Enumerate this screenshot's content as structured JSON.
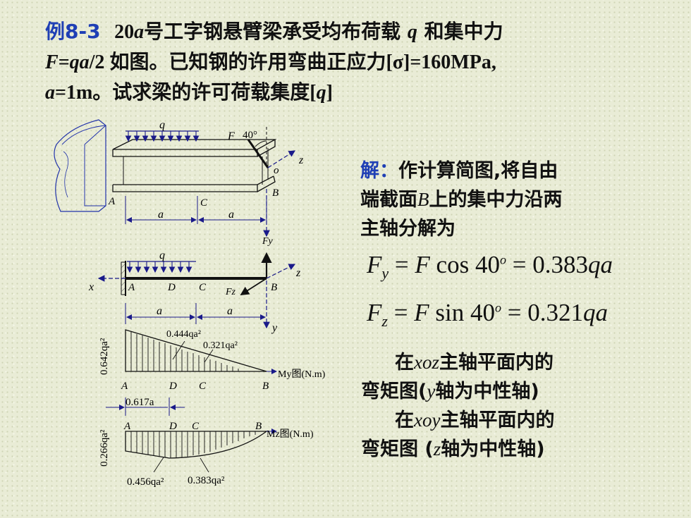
{
  "title": {
    "label": "例8-3",
    "l1a": "20",
    "l1b": "a",
    "l1c": "号工字钢悬臂梁承受均布荷载 ",
    "l1d": "q",
    "l1e": " 和集中力",
    "l2a": "F",
    "l2b": "=",
    "l2c": "qa",
    "l2d": "/2 ",
    "l2e": "如图。已知钢的许用弯曲正应力",
    "l2f": "[σ]=160MPa,",
    "l3a": "a",
    "l3b": "=1m",
    "l3c": "。试求梁的许可荷载集度",
    "l3d": "[",
    "l3e": "q",
    "l3f": "]"
  },
  "solution": {
    "jie": "解：",
    "s1": "作计算简图,将自由",
    "s2a": "端截面",
    "s2b": "B",
    "s2c": "上的集中力沿两",
    "s3": "主轴分解为"
  },
  "eq1": {
    "lhs": "F",
    "sub": "y",
    "eqs": " = ",
    "f": "F",
    "fn": " cos 40",
    "deg": "o",
    "rhs": " = 0.383",
    "qa": "qa"
  },
  "eq2": {
    "lhs": "F",
    "sub": "z",
    "eqs": " = ",
    "f": "F",
    "fn": " sin 40",
    "deg": "o",
    "rhs": " = 0.321",
    "qa": "qa"
  },
  "notes": {
    "n1a": "在",
    "n1b": "xoz",
    "n1c": "主轴平面内的",
    "n2a": "弯矩图(",
    "n2b": "y",
    "n2c": "轴为中性轴)",
    "n3a": "在",
    "n3b": "xoy",
    "n3c": "主轴平面内的",
    "n4a": "弯矩图 (",
    "n4b": "z",
    "n4c": "轴为中性轴)"
  },
  "figure": {
    "top": {
      "q": "q",
      "F": "F",
      "angle": "40°",
      "z": "z",
      "o": "o",
      "B": "B",
      "A": "A",
      "C": "C",
      "a1": "a",
      "a2": "a",
      "Fy": "Fy"
    },
    "mid": {
      "q": "q",
      "x": "x",
      "A": "A",
      "D": "D",
      "C": "C",
      "Fz": "Fz",
      "B": "B",
      "z": "z",
      "a1": "a",
      "a2": "a",
      "y": "y"
    },
    "my": {
      "left": "0.642qa²",
      "v1": "0.444qa²",
      "v2": "0.321qa²",
      "A": "A",
      "D": "D",
      "C": "C",
      "B": "B",
      "label": "My图(N.m)"
    },
    "mz": {
      "dist": "0.617a",
      "left": "0.266qa²",
      "A": "A",
      "D": "D",
      "C": "C",
      "B": "B",
      "label": "Mz图(N.m)",
      "v1": "0.456qa²",
      "v2": "0.383qa²"
    }
  }
}
